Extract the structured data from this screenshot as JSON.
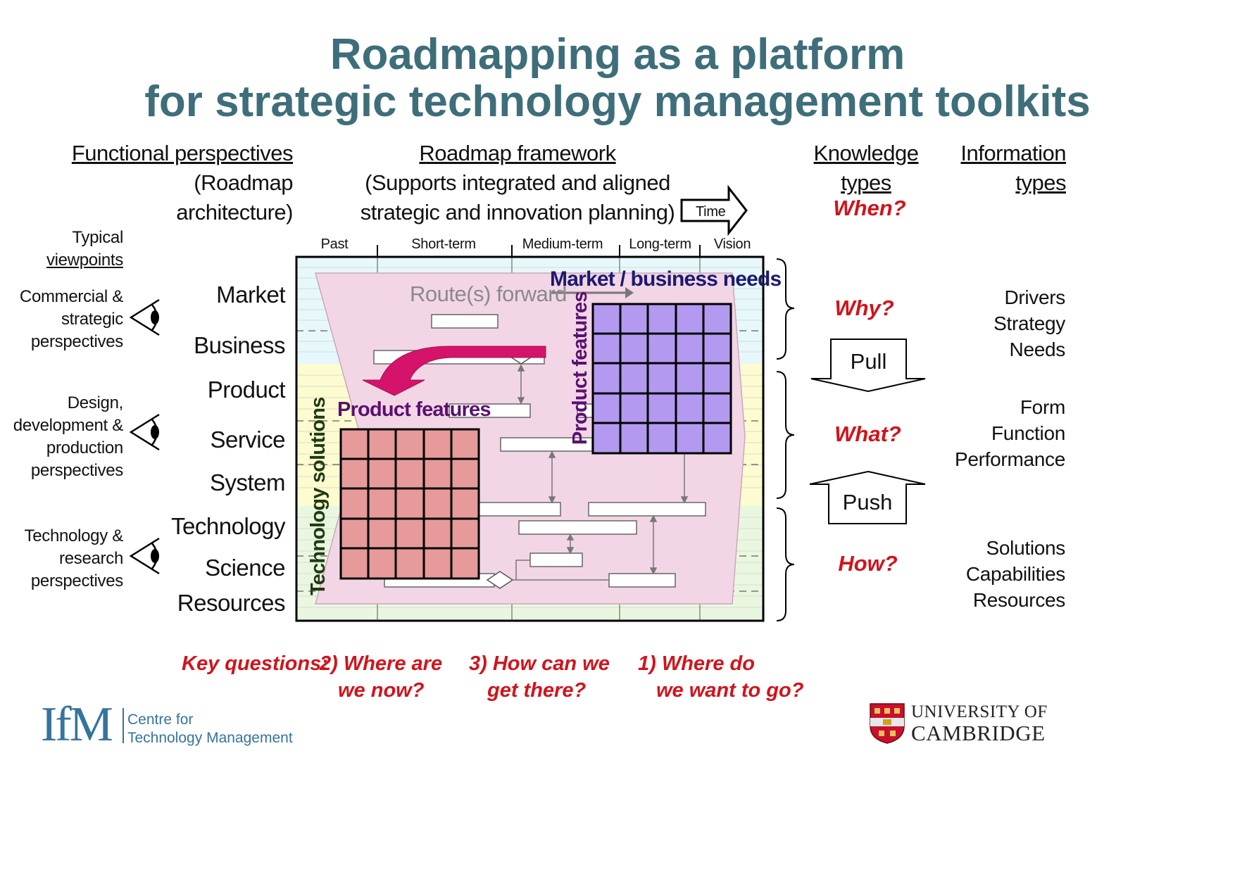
{
  "title": {
    "line1": "Roadmapping as a platform",
    "line2": "for strategic technology management toolkits"
  },
  "headers": {
    "functional": {
      "title": "Functional perspectives",
      "sub1": "(Roadmap",
      "sub2": "architecture)"
    },
    "framework": {
      "title": "Roadmap framework",
      "sub1": "(Supports integrated and aligned",
      "sub2": "strategic and innovation planning)"
    },
    "knowledge": {
      "line1": "Knowledge",
      "line2": "types"
    },
    "information": {
      "line1": "Information",
      "line2": "types"
    },
    "time_label": "Time",
    "when": "When?"
  },
  "viewpoints": {
    "title1": "Typical",
    "title2": "viewpoints",
    "commercial": [
      "Commercial &",
      "strategic",
      "perspectives"
    ],
    "design": [
      "Design,",
      "development &",
      "production",
      "perspectives"
    ],
    "technology": [
      "Technology &",
      "research",
      "perspectives"
    ]
  },
  "layers": [
    "Market",
    "Business",
    "Product",
    "Service",
    "System",
    "Technology",
    "Science",
    "Resources"
  ],
  "time_periods": [
    "Past",
    "Short-term",
    "Medium-term",
    "Long-term",
    "Vision"
  ],
  "diagram": {
    "route_forward": "Route(s) forward",
    "market_needs": "Market / business needs",
    "product_features_vertical": "Product features",
    "product_features": "Product features",
    "technology_solutions": "Technology solutions"
  },
  "knowledge_types": {
    "why": "Why?",
    "pull": "Pull",
    "what": "What?",
    "push": "Push",
    "how": "How?"
  },
  "information_types": {
    "drivers": [
      "Drivers",
      "Strategy",
      "Needs"
    ],
    "form": [
      "Form",
      "Function",
      "Performance"
    ],
    "solutions": [
      "Solutions",
      "Capabilities",
      "Resources"
    ]
  },
  "key_questions": {
    "label": "Key questions:",
    "q2": [
      "2) Where are",
      "we now?"
    ],
    "q3": [
      "3) How can we",
      "get there?"
    ],
    "q1": [
      "1) Where do",
      "we want to go?"
    ]
  },
  "logos": {
    "ifm_mark": "IfM",
    "ifm_line1": "Centre for",
    "ifm_line2": "Technology Management",
    "cambridge_line1": "UNIVERSITY OF",
    "cambridge_line2": "CAMBRIDGE"
  },
  "colors": {
    "title": "#3e6e7a",
    "question_red": "#d0141c",
    "market_band": "#e6f8fb",
    "product_band": "#fdfbd0",
    "tech_band": "#eaf7e0",
    "route_shape": "#f2d6e6",
    "needs_grid": "#b39af0",
    "tech_grid": "#e69a9a",
    "needs_text": "#1c1a70",
    "purple_text": "#5b1070",
    "dark_green_text": "#1f3a12",
    "arrow_magenta": "#d5136a",
    "ifm_blue": "#35749c"
  }
}
